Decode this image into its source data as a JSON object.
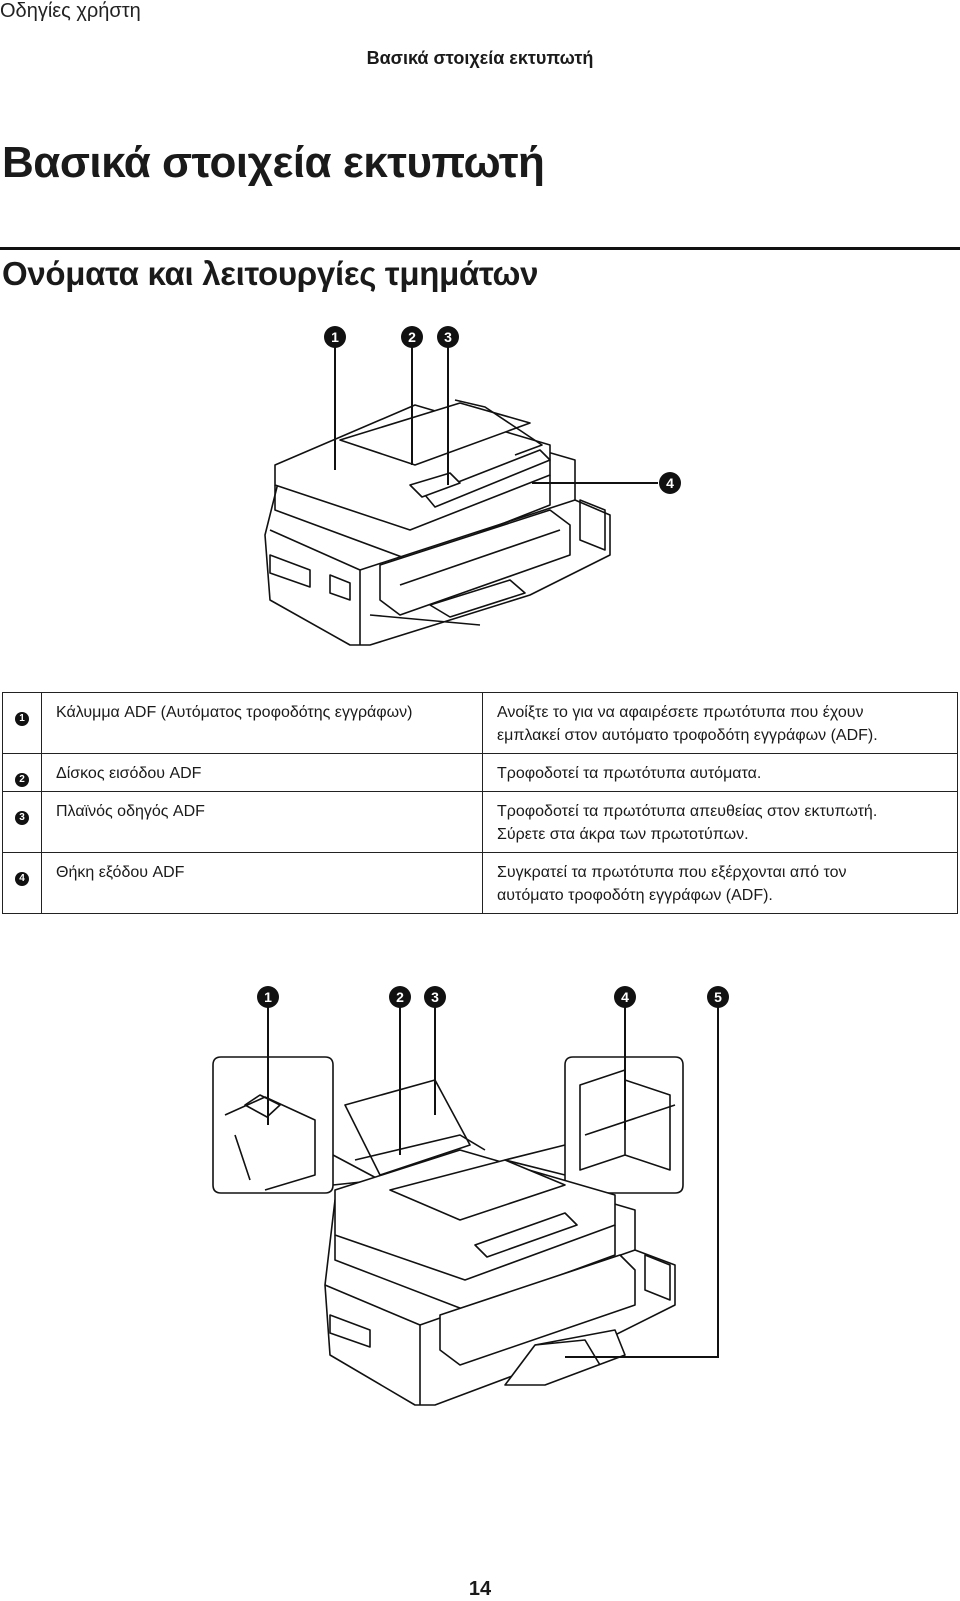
{
  "running_header": "Οδηγίες χρήστη",
  "section_header": "Βασικά στοιχεία εκτυπωτή",
  "page_title": "Βασικά στοιχεία εκτυπωτή",
  "subtitle": "Ονόματα και λειτουργίες τμημάτων",
  "figure1": {
    "callouts": [
      "1",
      "2",
      "3",
      "4"
    ]
  },
  "parts": [
    {
      "number": "1",
      "name": "Κάλυμμα ADF (Αυτόματος τροφοδότης εγγράφων)",
      "lines": [
        "Ανοίξτε το για να αφαιρέσετε πρωτότυπα που έχουν",
        "εμπλακεί στον αυτόματο τροφοδότη εγγράφων (ADF)."
      ]
    },
    {
      "number": "2",
      "name": "Δίσκος εισόδου ADF",
      "lines": [
        "Τροφοδοτεί τα πρωτότυπα αυτόματα."
      ]
    },
    {
      "number": "3",
      "name": "Πλαϊνός οδηγός ADF",
      "lines": [
        "Τροφοδοτεί τα πρωτότυπα απευθείας στον εκτυπωτή.",
        "Σύρετε στα άκρα των πρωτοτύπων."
      ]
    },
    {
      "number": "4",
      "name": "Θήκη εξόδου ADF",
      "lines": [
        "Συγκρατεί τα πρωτότυπα που εξέρχονται από τον",
        "αυτόματο τροφοδότη εγγράφων (ADF)."
      ]
    }
  ],
  "figure2": {
    "callouts": [
      "1",
      "2",
      "3",
      "4",
      "5"
    ]
  },
  "page_number": "14"
}
